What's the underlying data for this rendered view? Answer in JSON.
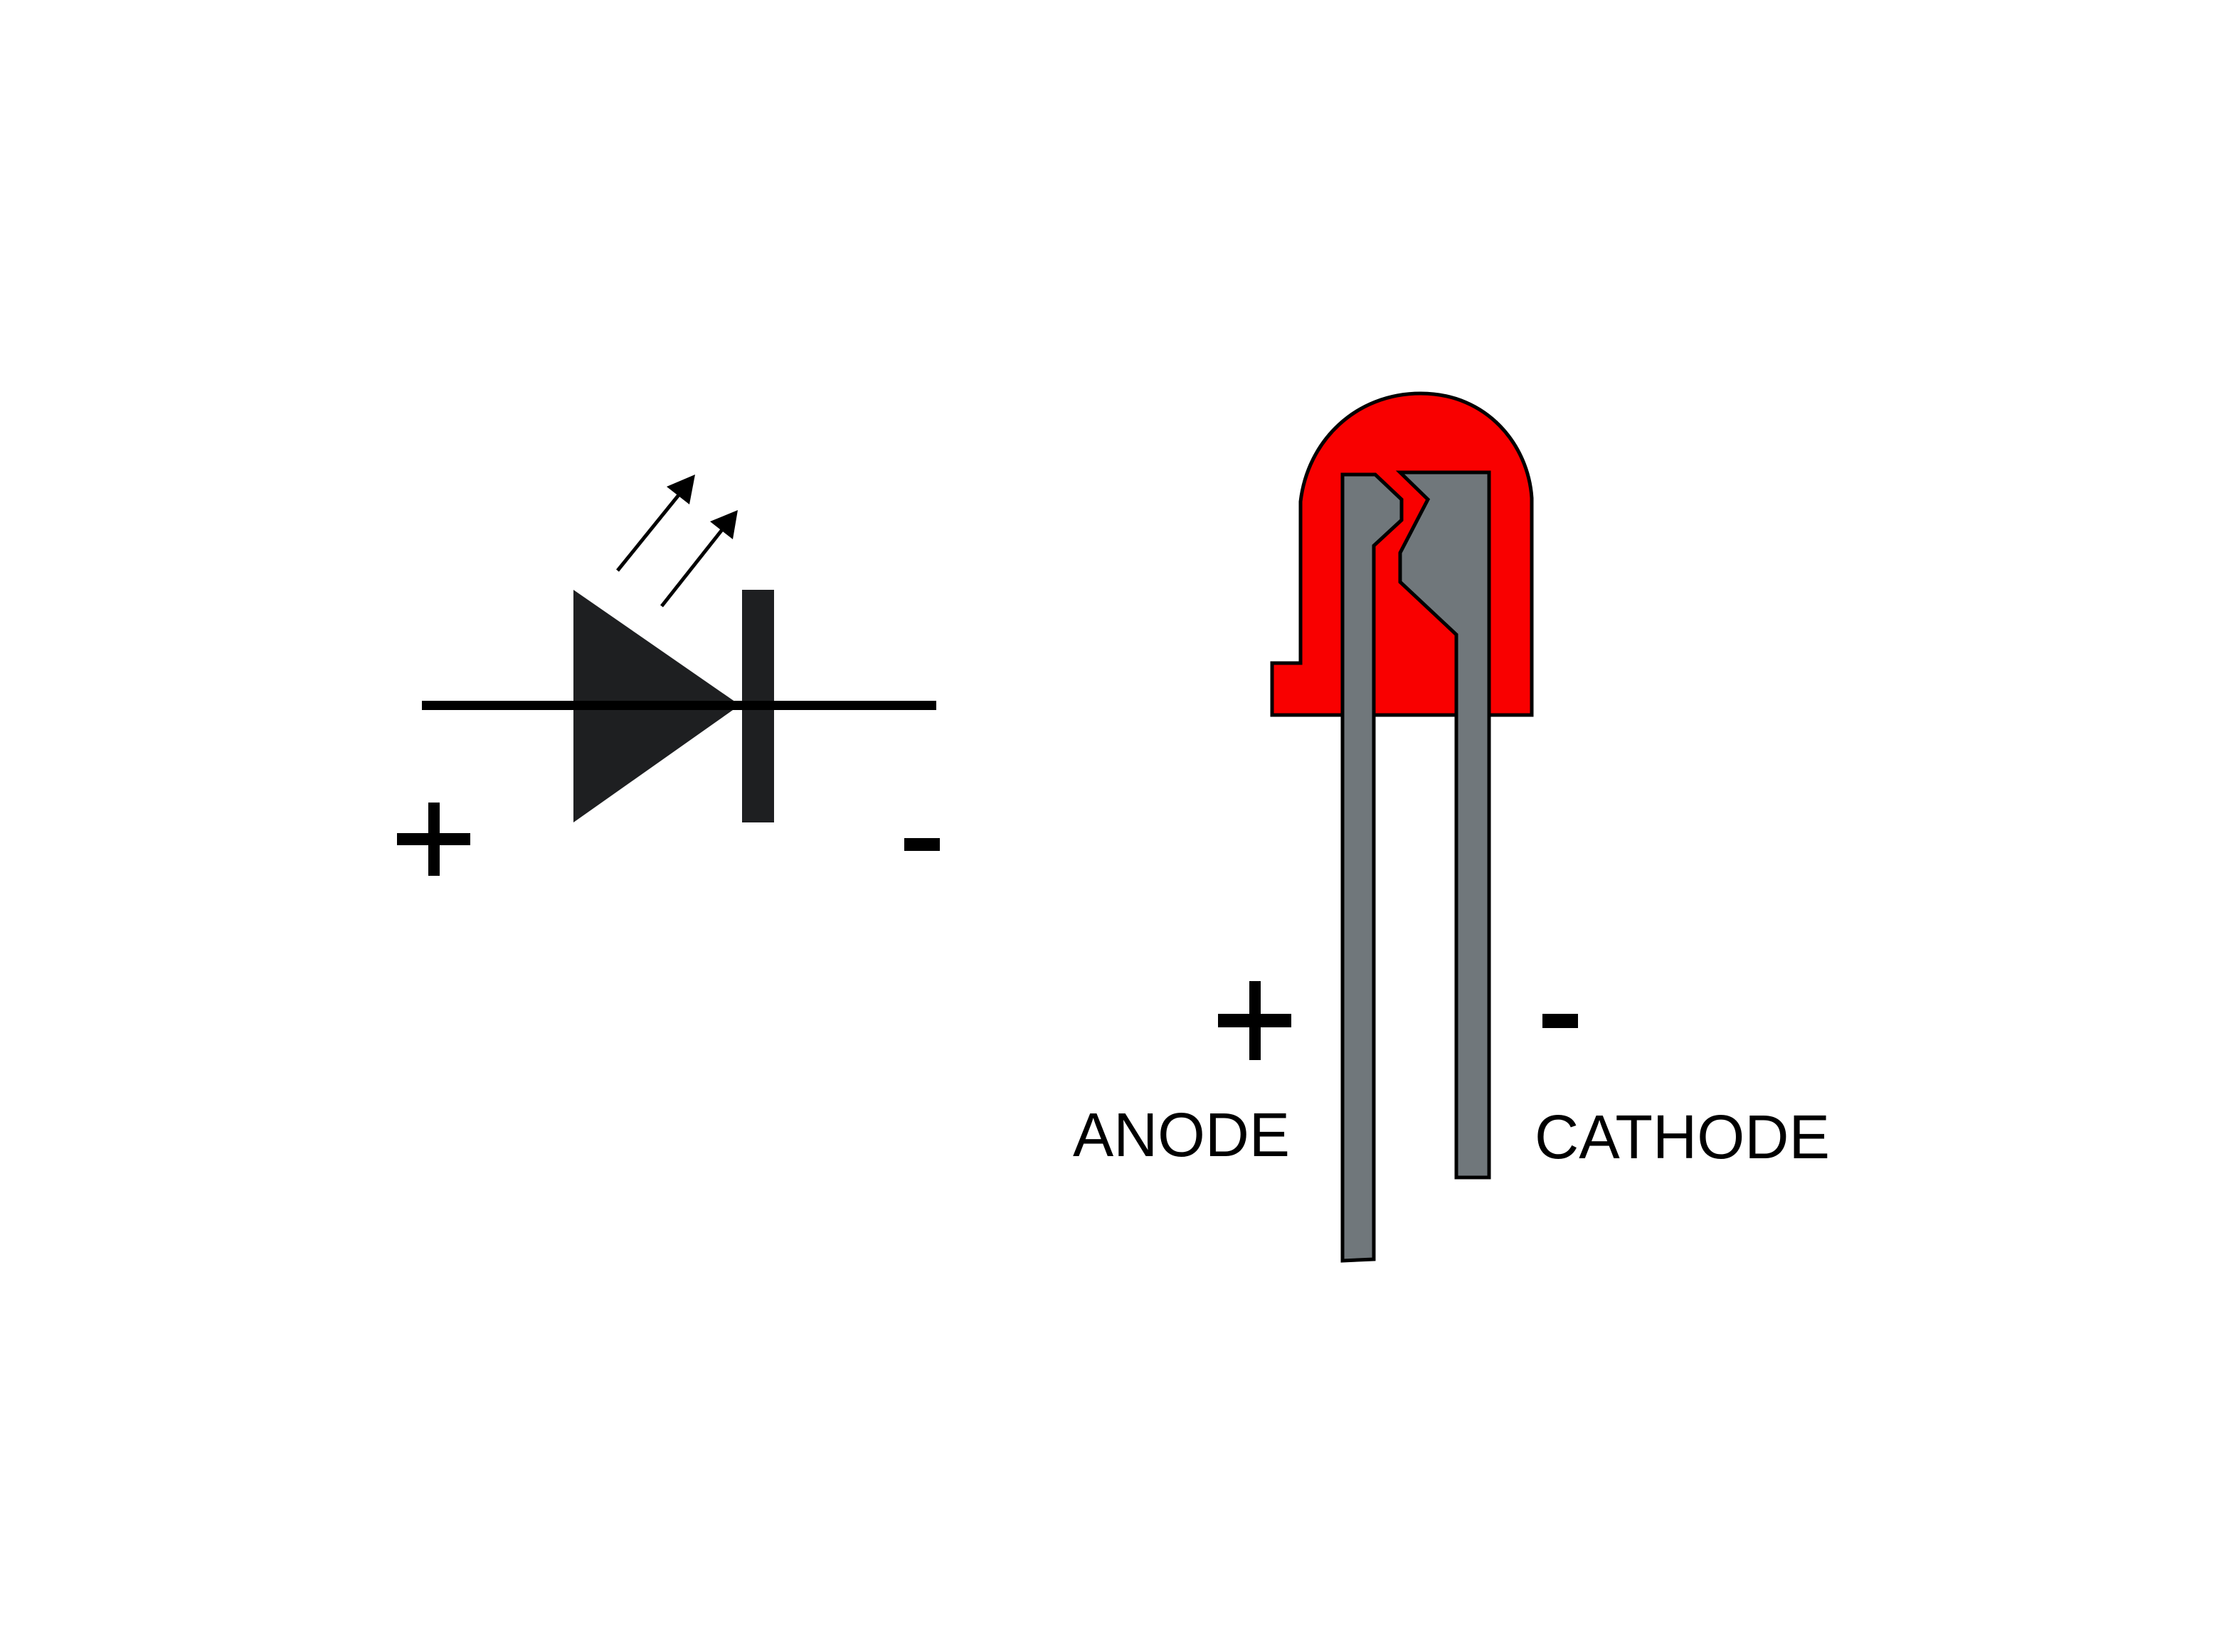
{
  "diagram": {
    "title": "LED schematic symbol and physical LED polarity",
    "colors": {
      "background": "#ffffff",
      "symbol": "#1e1f21",
      "wire": "#000000",
      "led_body": "#f90000",
      "lead": "#70777b",
      "outline": "#000000"
    },
    "schematic": {
      "positive_sign": "+",
      "negative_sign": "-",
      "icon": "led-schematic-symbol",
      "emission_arrows": 2
    },
    "physical_led": {
      "positive_sign": "+",
      "negative_sign": "-",
      "anode_label": "ANODE",
      "cathode_label": "CATHODE",
      "icon": "led-component"
    }
  }
}
